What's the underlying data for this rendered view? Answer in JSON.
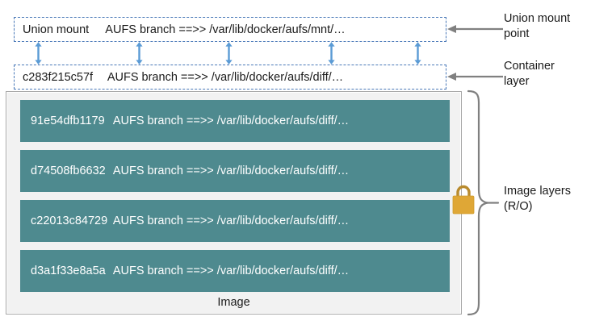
{
  "union_mount": {
    "id": "Union mount",
    "branch": "AUFS branch ==>> /var/lib/docker/aufs/mnt/…"
  },
  "container_layer": {
    "id": "c283f215c57f",
    "branch": "AUFS branch ==>> /var/lib/docker/aufs/diff/…"
  },
  "image": {
    "caption": "Image",
    "layers": [
      {
        "id": "91e54dfb1179",
        "branch": "AUFS branch ==>> /var/lib/docker/aufs/diff/…"
      },
      {
        "id": "d74508fb6632",
        "branch": "AUFS branch ==>> /var/lib/docker/aufs/diff/…"
      },
      {
        "id": "c22013c84729",
        "branch": "AUFS branch ==>> /var/lib/docker/aufs/diff/…"
      },
      {
        "id": "d3a1f33e8a5a",
        "branch": "AUFS branch ==>> /var/lib/docker/aufs/diff/…"
      }
    ]
  },
  "annotations": {
    "union_mount_point": "Union mount\npoint",
    "container_layer": "Container\nlayer",
    "image_layers": "Image layers\n(R/O)"
  },
  "icons": {
    "lock": "lock-icon",
    "bidirectional_arrow": "bidirectional-arrow-icon",
    "callout_arrow": "left-pointing-arrow-icon",
    "brace": "right-curly-brace-icon"
  },
  "colors": {
    "layer_fill": "#4e8a8f",
    "dashed_border": "#4a79b8",
    "arrow_blue": "#5b9bd5",
    "callout_gray": "#808080",
    "lock_gold": "#dfa736",
    "container_bg": "#f2f2f2",
    "container_border": "#a6a6a6"
  }
}
